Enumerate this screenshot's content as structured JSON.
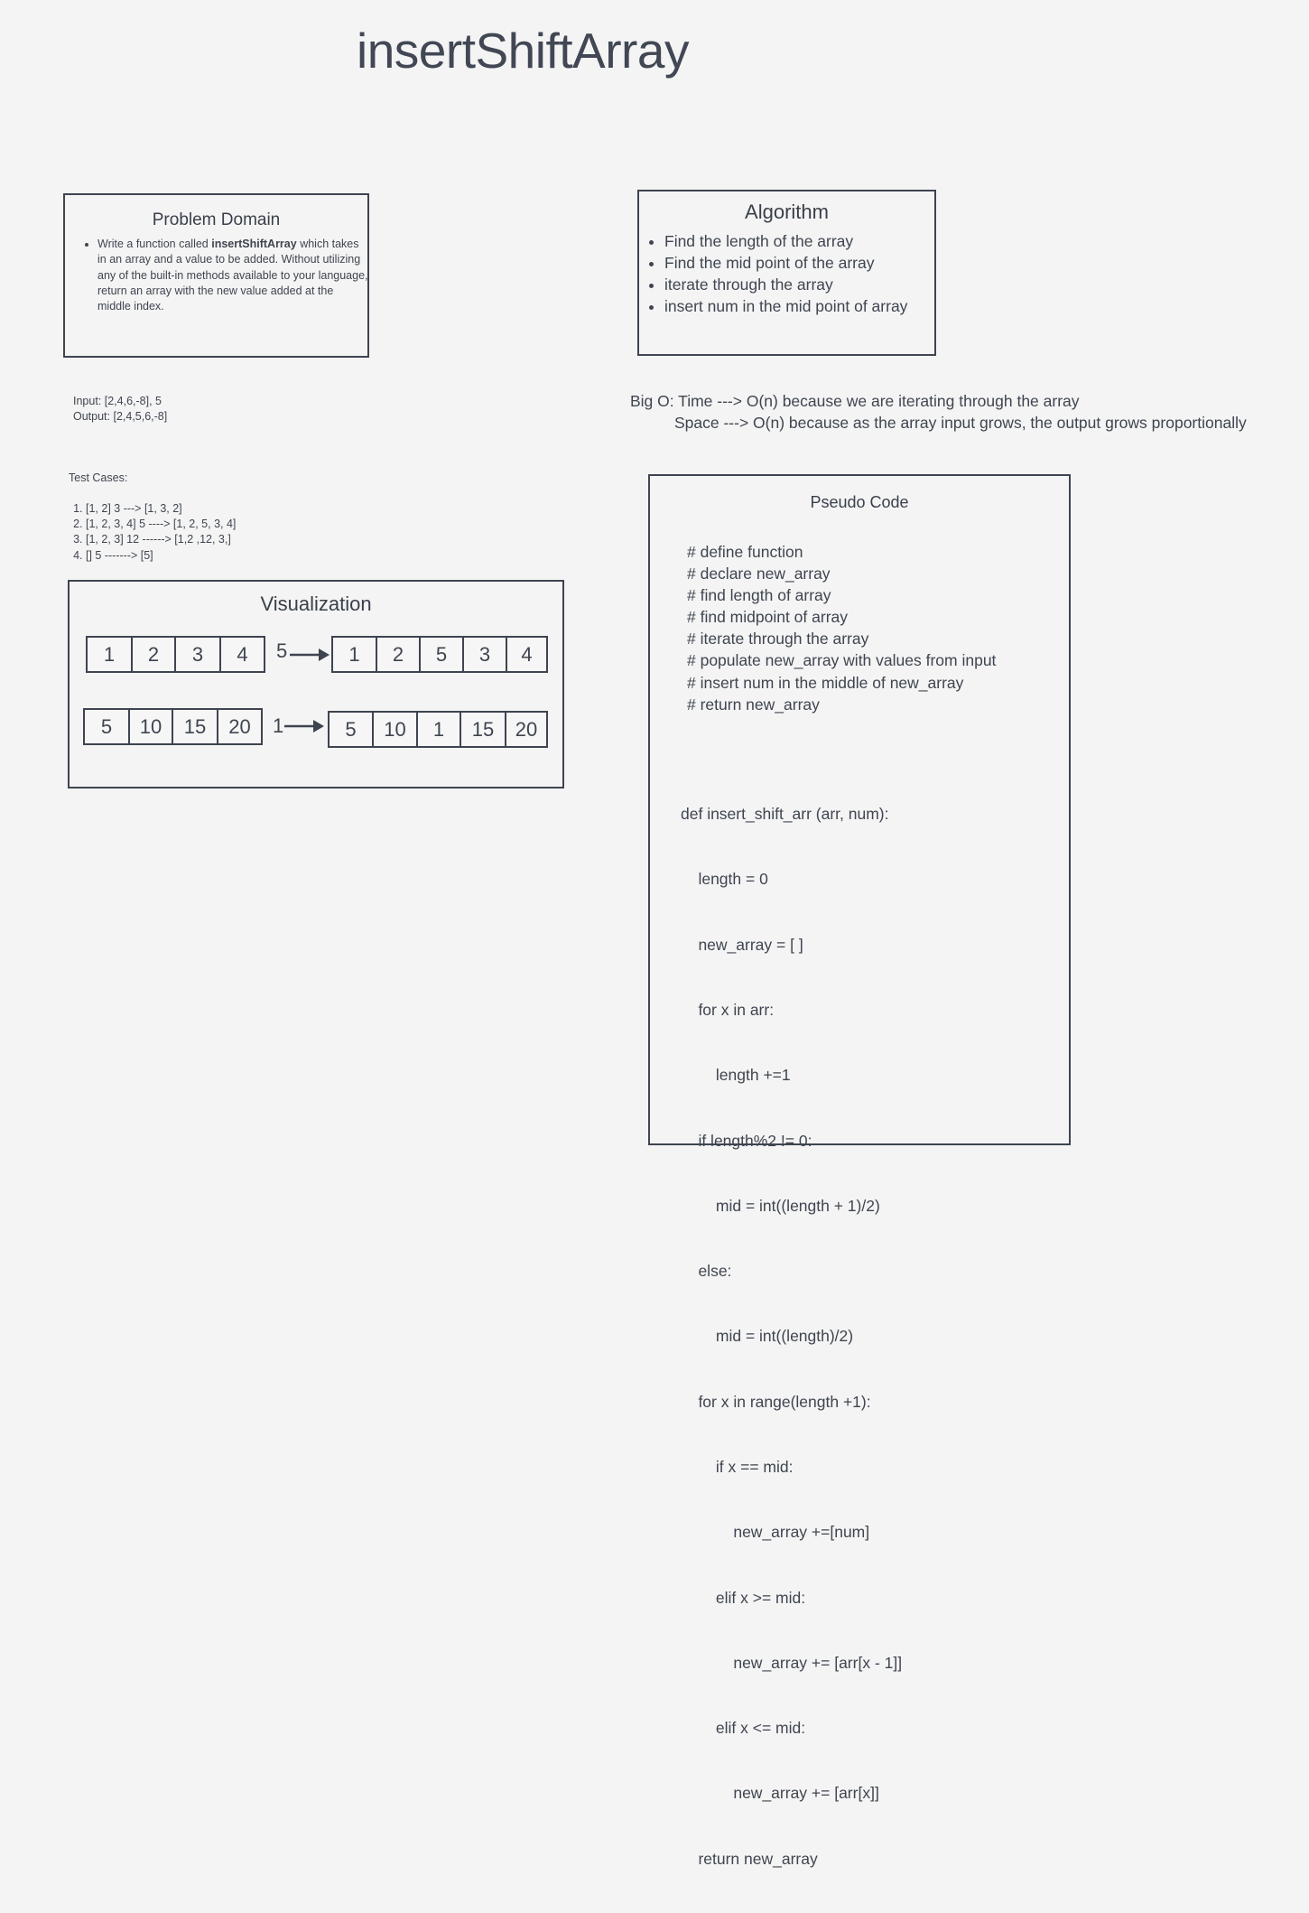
{
  "title": "insertShiftArray",
  "problem_domain": {
    "heading": "Problem Domain",
    "bullet_pre": "Write a function called ",
    "bullet_bold": "insertShiftArray",
    "bullet_post": " which takes in an array and a value to be added. Without utilizing any of the built-in methods available to your language, return an array with the new value added at the middle index."
  },
  "algorithm": {
    "heading": "Algorithm",
    "items": [
      "Find the length of the array",
      "Find the mid point of the array",
      "iterate through the array",
      "insert num in the mid point of array"
    ]
  },
  "io": {
    "input": "Input: [2,4,6,-8], 5",
    "output": "Output: [2,4,5,6,-8]"
  },
  "big_o": {
    "time": "Big O:  Time ---> O(n) because we are iterating through the array",
    "space": "Space ---> O(n) because as the array input grows, the output grows proportionally"
  },
  "test_cases": {
    "heading": "Test Cases:",
    "items": [
      "[1, 2] 3 ---> [1, 3, 2]",
      "[1, 2, 3, 4] 5 ----> [1, 2, 5, 3, 4]",
      "[1, 2, 3] 12 ------> [1,2 ,12, 3,]",
      "[] 5 -------> [5]"
    ]
  },
  "visualization": {
    "heading": "Visualization",
    "row1": {
      "input": [
        "1",
        "2",
        "3",
        "4"
      ],
      "value": "5",
      "output": [
        "1",
        "2",
        "5",
        "3",
        "4"
      ]
    },
    "row2": {
      "input": [
        "5",
        "10",
        "15",
        "20"
      ],
      "value": "1",
      "output": [
        "5",
        "10",
        "1",
        "15",
        "20"
      ]
    }
  },
  "pseudo_code": {
    "heading": "Pseudo Code",
    "comments": [
      "# define function",
      "# declare new_array",
      "# find length of array",
      "# find midpoint of array",
      "# iterate through the array",
      "# populate new_array with values from input",
      "# insert num in the middle of new_array",
      "# return new_array"
    ],
    "code": [
      "def insert_shift_arr (arr, num):",
      "    length = 0",
      "    new_array = [ ]",
      "    for x in arr:",
      "        length +=1",
      "    if length%2 != 0:",
      "        mid = int((length + 1)/2)",
      "    else:",
      "        mid = int((length)/2)",
      "    for x in range(length +1):",
      "        if x == mid:",
      "            new_array +=[num]",
      "        elif x >= mid:",
      "            new_array += [arr[x - 1]]",
      "        elif x <= mid:",
      "            new_array += [arr[x]]",
      "    return new_array"
    ]
  }
}
